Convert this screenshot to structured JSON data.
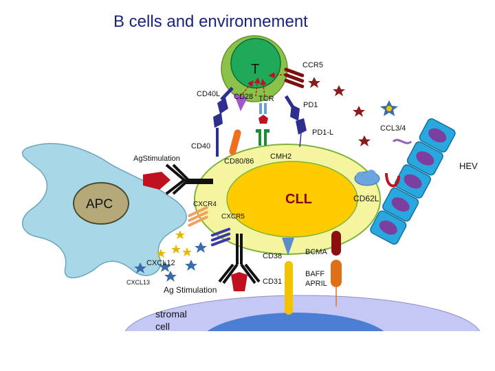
{
  "title": "B cells and environnement",
  "labels": {
    "t_cell": "T",
    "ccr5": "CCR5",
    "cd40l": "CD40L",
    "cd28": "CD28",
    "tcr": "TCR",
    "pd1": "PD1",
    "pd1l": "PD1-L",
    "cd40": "CD40",
    "cd8086": "CD80/86",
    "cmh2": "CMH2",
    "ccl34": "CCL3/4",
    "hev": "HEV",
    "ag_stim_top": "AgStimulation",
    "apc": "APC",
    "cll": "CLL",
    "cd62l": "CD62L",
    "cxcr4": "CXCR4",
    "cxcr5": "CXCR5",
    "cd38": "CD38",
    "bcma": "BCMA",
    "cxcl12": "CXCL12",
    "cxcl13": "CXCL13",
    "ag_stim_bottom": "Ag Stimulation",
    "cd31": "CD31",
    "baff": "BAFF",
    "april": "APRIL",
    "stromal_line1": "stromal",
    "stromal_line2": "cell"
  },
  "colors": {
    "title": "#1a237e",
    "cll_outer": "#f5f5a0",
    "cll_nucleus": "#ffcc00",
    "cll_label": "#8b0000",
    "t_cell_outer": "#8bc34a",
    "t_cell_inner": "#1faa59",
    "apc_body": "#a8d8e8",
    "apc_nucleus": "#b5a97a",
    "hev_cell": "#29a8e0",
    "hev_nucleus": "#7b3fa0",
    "stromal": "#c5c8f5",
    "stromal_nucleus": "#4a7fd4",
    "receptor_blue": "#2e2e8f",
    "antibody_black": "#111111",
    "antigen_red": "#c0111f"
  }
}
